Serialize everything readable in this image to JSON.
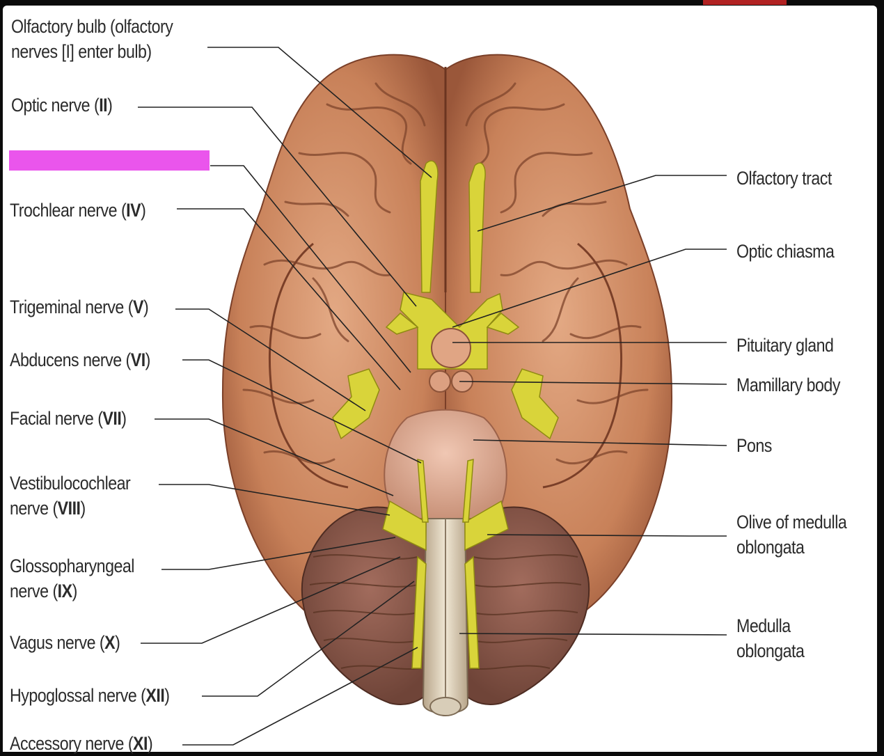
{
  "labels_left": {
    "olfactory_bulb_line1": "Olfactory bulb (olfactory",
    "olfactory_bulb_line2": "nerves [I] enter bulb)",
    "optic_nerve": "Optic nerve (",
    "optic_nerve_num": "II",
    "optic_nerve_end": ")",
    "trochlear_nerve": "Trochlear nerve (",
    "trochlear_nerve_num": "IV",
    "trochlear_nerve_end": ")",
    "trigeminal_nerve": "Trigeminal nerve (",
    "trigeminal_nerve_num": "V",
    "trigeminal_nerve_end": ")",
    "abducens_nerve": "Abducens nerve (",
    "abducens_nerve_num": "VI",
    "abducens_nerve_end": ")",
    "facial_nerve": "Facial nerve (",
    "facial_nerve_num": "VII",
    "facial_nerve_end": ")",
    "vestibulocochlear_line1": "Vestibulocochlear",
    "vestibulocochlear_line2": "nerve (",
    "vestibulocochlear_num": "VIII",
    "vestibulocochlear_end": ")",
    "glossopharyngeal_line1": "Glossopharyngeal",
    "glossopharyngeal_line2": "nerve (",
    "glossopharyngeal_num": "IX",
    "glossopharyngeal_end": ")",
    "vagus_nerve": "Vagus nerve (",
    "vagus_nerve_num": "X",
    "vagus_nerve_end": ")",
    "hypoglossal_nerve": "Hypoglossal nerve (",
    "hypoglossal_nerve_num": "XII",
    "hypoglossal_nerve_end": ")",
    "accessory_nerve": "Accessory nerve (",
    "accessory_nerve_num": "XI",
    "accessory_nerve_end": ")"
  },
  "labels_right": {
    "olfactory_tract": "Olfactory tract",
    "optic_chiasma": "Optic chiasma",
    "pituitary_gland": "Pituitary gland",
    "mamillary_body": "Mamillary body",
    "pons": "Pons",
    "olive_line1": "Olive of medulla",
    "olive_line2": "oblongata",
    "medulla_line1": "Medulla",
    "medulla_line2": "oblongata"
  },
  "colors": {
    "redaction": "#ea55ec",
    "cerebrum": "#c9875f",
    "cerebellum": "#8a5a4c",
    "nerves": "#d9d43a",
    "leader_lines": "#222222"
  }
}
